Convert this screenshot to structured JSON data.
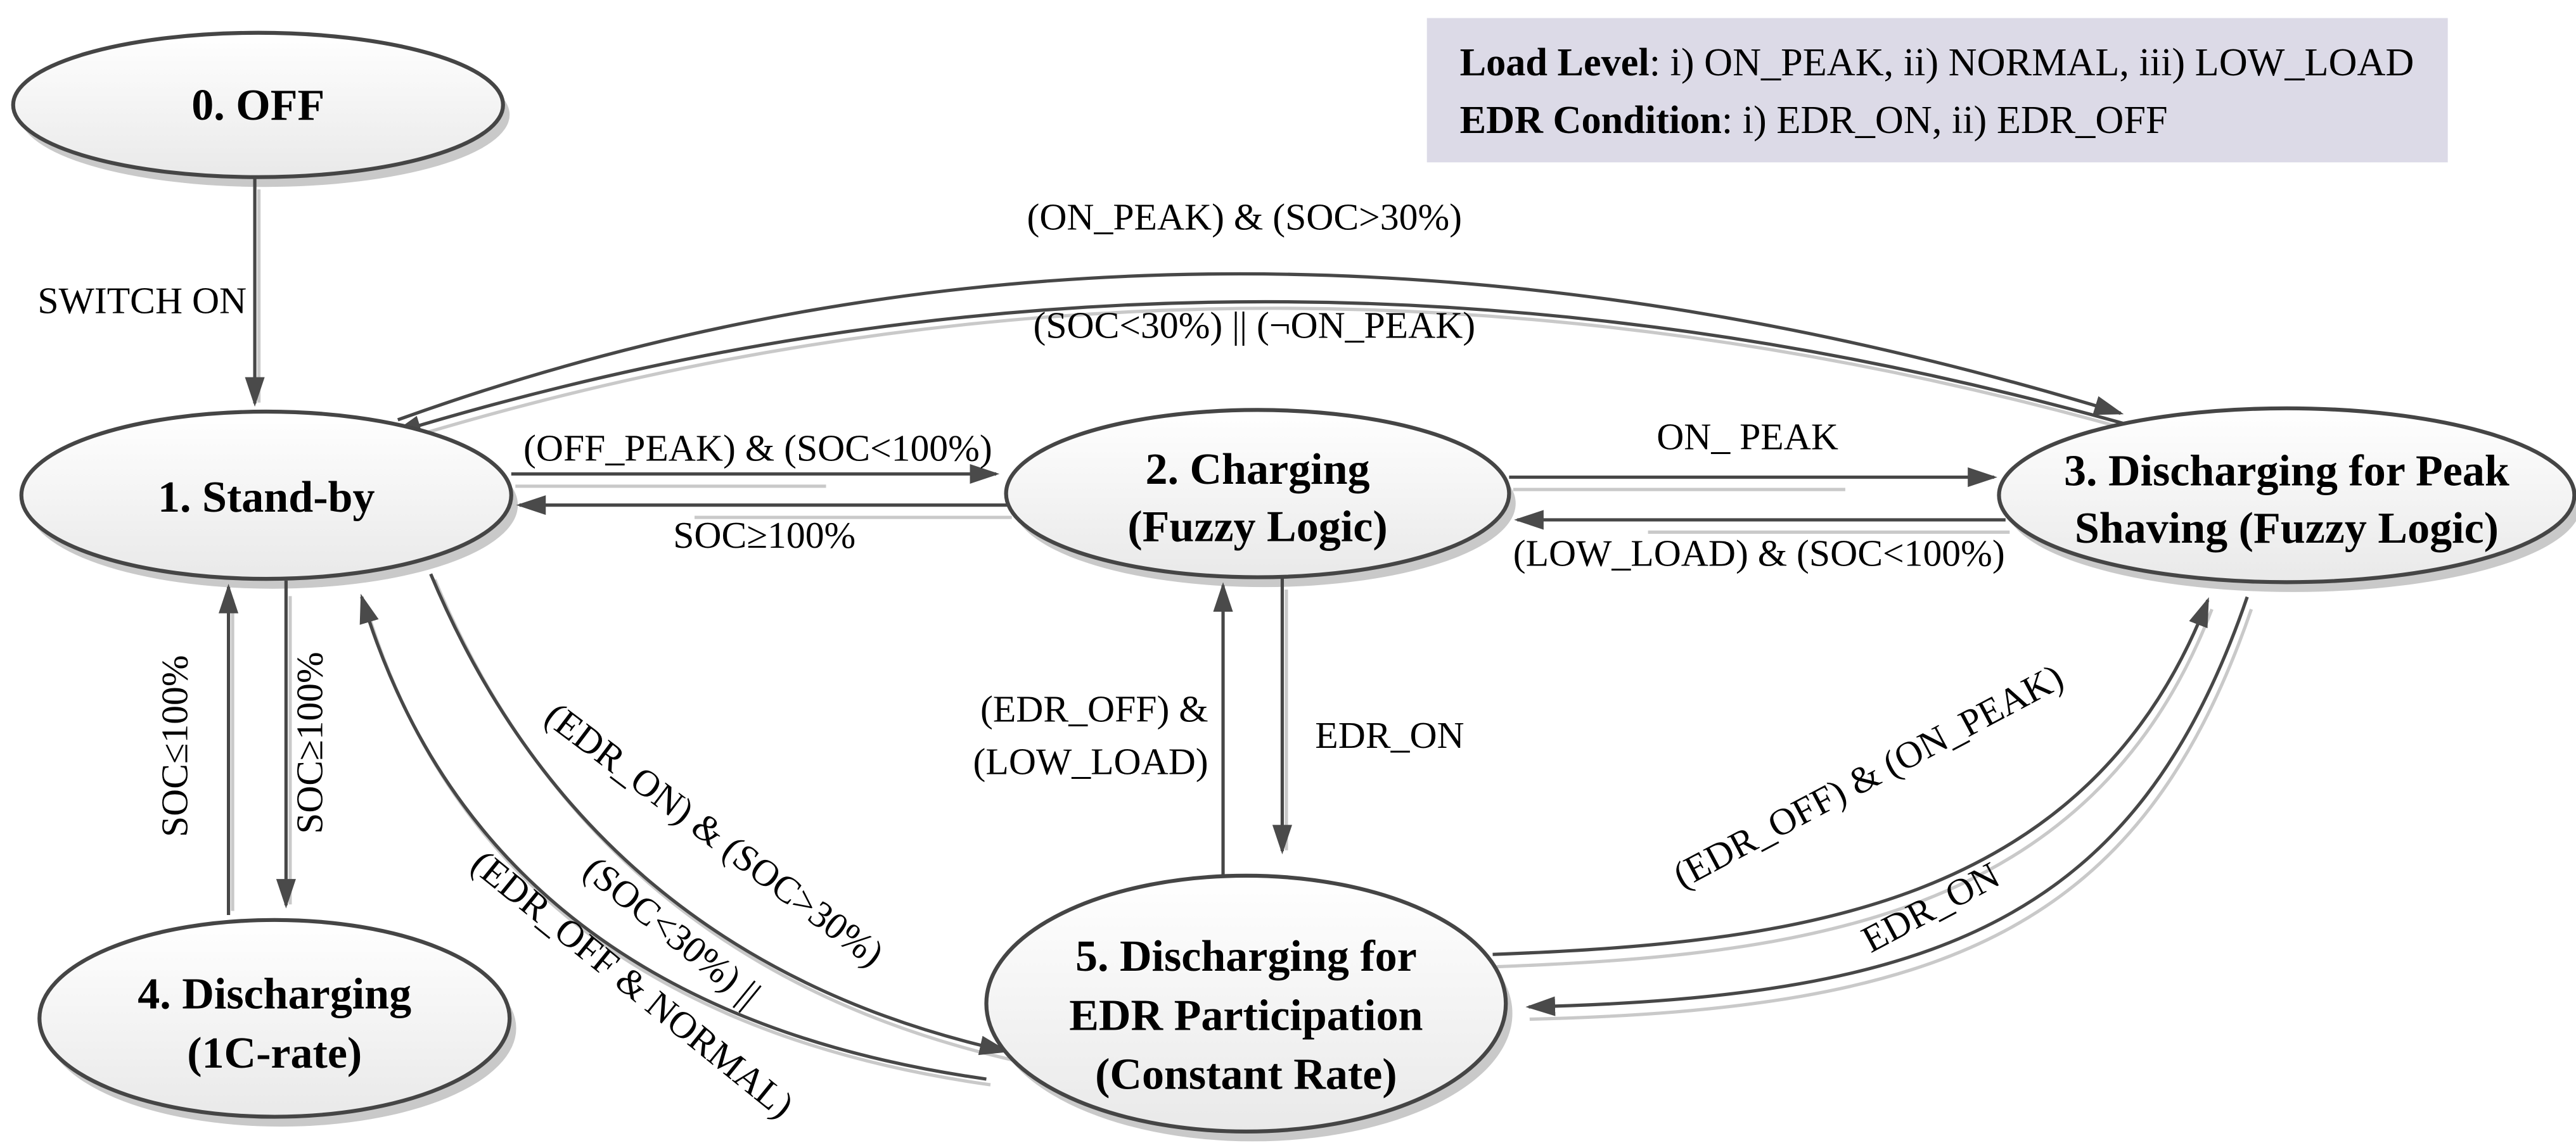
{
  "figure": {
    "type": "state-machine-diagram",
    "title": "Battery ESS operating-mode state diagram"
  },
  "legend": {
    "load_level_bold": "Load Level",
    "load_level_rest": ":  i) ON_PEAK,  ii) NORMAL,  iii) LOW_LOAD",
    "edr_bold": "EDR Condition",
    "edr_rest": ": i) EDR_ON,  ii) EDR_OFF",
    "bg_color": "#dcdae7"
  },
  "states": {
    "s0": {
      "lines": [
        "0. OFF"
      ]
    },
    "s1": {
      "lines": [
        "1. Stand-by"
      ]
    },
    "s2": {
      "lines": [
        "2. Charging",
        "(Fuzzy Logic)"
      ]
    },
    "s3": {
      "lines": [
        "3. Discharging for Peak",
        "Shaving (Fuzzy Logic)"
      ]
    },
    "s4": {
      "lines": [
        "4. Discharging",
        "(1C-rate)"
      ]
    },
    "s5": {
      "lines": [
        "5. Discharging for",
        "EDR Participation",
        "(Constant Rate)"
      ]
    }
  },
  "transitions": {
    "off_to_standby": "SWITCH ON",
    "standby_to_charging": "(OFF_PEAK) & (SOC<100%)",
    "charging_to_standby": "SOC≥100%",
    "standby_to_peak": "(ON_PEAK) & (SOC>30%)",
    "peak_to_standby": "(SOC<30%) || (¬ON_PEAK)",
    "charging_to_peak": "ON_ PEAK",
    "peak_to_charging": "(LOW_LOAD) & (SOC<100%)",
    "discharging1c_to_standby": "SOC≤100%",
    "standby_to_discharging1c": "SOC≥100%",
    "edr_to_charging_l1": "(EDR_OFF) &",
    "edr_to_charging_l2": "(LOW_LOAD)",
    "charging_to_edr": "EDR_ON",
    "standby_to_edr": "(EDR_ON) & (SOC>30%)",
    "edr_to_standby_l1": "(SOC<30%) ||",
    "edr_to_standby_l2": "(EDR_OFF & NORMAL)",
    "edr_to_peak": "(EDR_OFF) & (ON_PEAK)",
    "peak_to_edr": "EDR_ON"
  },
  "colors": {
    "edge": "#474747",
    "edge_shadow": "#c9c9c9",
    "node_stroke": "#454545",
    "node_fill_top": "#ffffff",
    "node_fill_bottom": "#e9e9e9",
    "arrowhead": "#4a4a4a",
    "text": "#000000"
  }
}
